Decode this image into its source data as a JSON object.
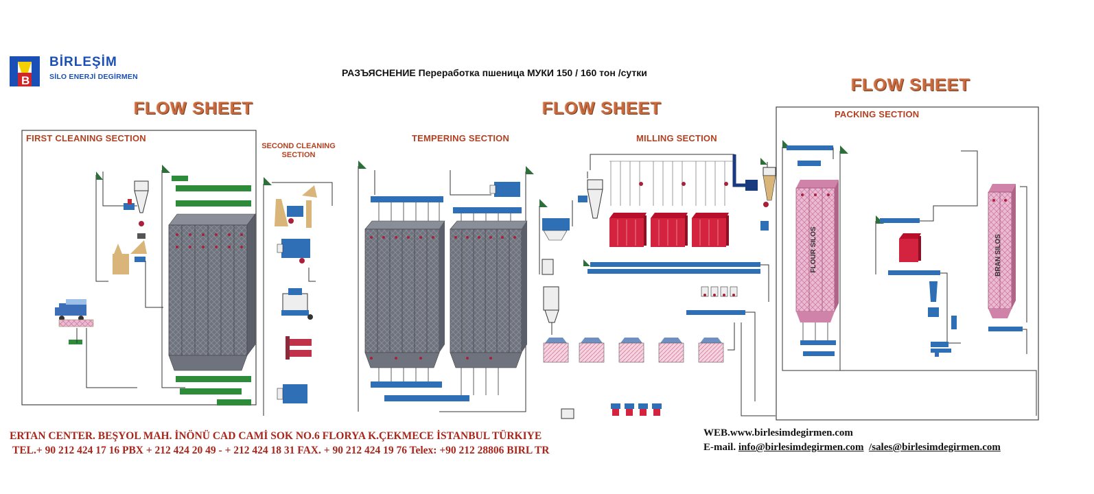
{
  "logo": {
    "brand": "BİRLEŞİM",
    "tagline": "SİLO ENERJİ DEGİRMEN",
    "mark_letter": "B",
    "colors": {
      "blue": "#1a4fb5",
      "red": "#d0262a",
      "yellow": "#f5d000"
    }
  },
  "document_title": "РАЗЪЯСНЕНИЕ Переработка  пшеница МУКИ 150  / 160  тон /сутки",
  "flow_sheet_labels": [
    "FLOW SHEET",
    "FLOW SHEET",
    "FLOW SHEET"
  ],
  "sections": {
    "first_cleaning": "FIRST CLEANING SECTION",
    "second_cleaning_line1": "SECOND  CLEANING",
    "second_cleaning_line2": "SECTION",
    "tempering": "TEMPERING  SECTION",
    "milling": "MILLING SECTION",
    "packing": "PACKING SECTION"
  },
  "silo_labels": {
    "flour": "FLOUR SILOS",
    "bran": "BRAN SILOS"
  },
  "footer": {
    "address": "ERTAN CENTER. BEŞYOL MAH. İNÖNÜ CAD CAMİ SOK NO.6 FLORYA K.ÇEKMECE İSTANBUL TÜRKIYE",
    "phones": "TEL.+ 90 212 424 17 16 PBX +  212 424 20 49 - + 212 424 18 31  FAX. + 90 212 424 19 76    Telex: +90 212  28806 BIRL TR",
    "web": "WEB.www.birlesimdegirmen.com",
    "email_label": "E-mail.",
    "email_info": "info@birlesimdegirmen.com",
    "email_sales": "/sales@birlesimdegirmen.com"
  },
  "palette": {
    "silo_gray": "#6f737e",
    "conveyor_green": "#2e8b3a",
    "conveyor_blue": "#2f6fb5",
    "sifter_red": "#d4233f",
    "silo_pink": "#e7a9c6",
    "machine_tan": "#d9b57a",
    "section_red": "#b34020",
    "flow_brown": "#c76a3e"
  }
}
